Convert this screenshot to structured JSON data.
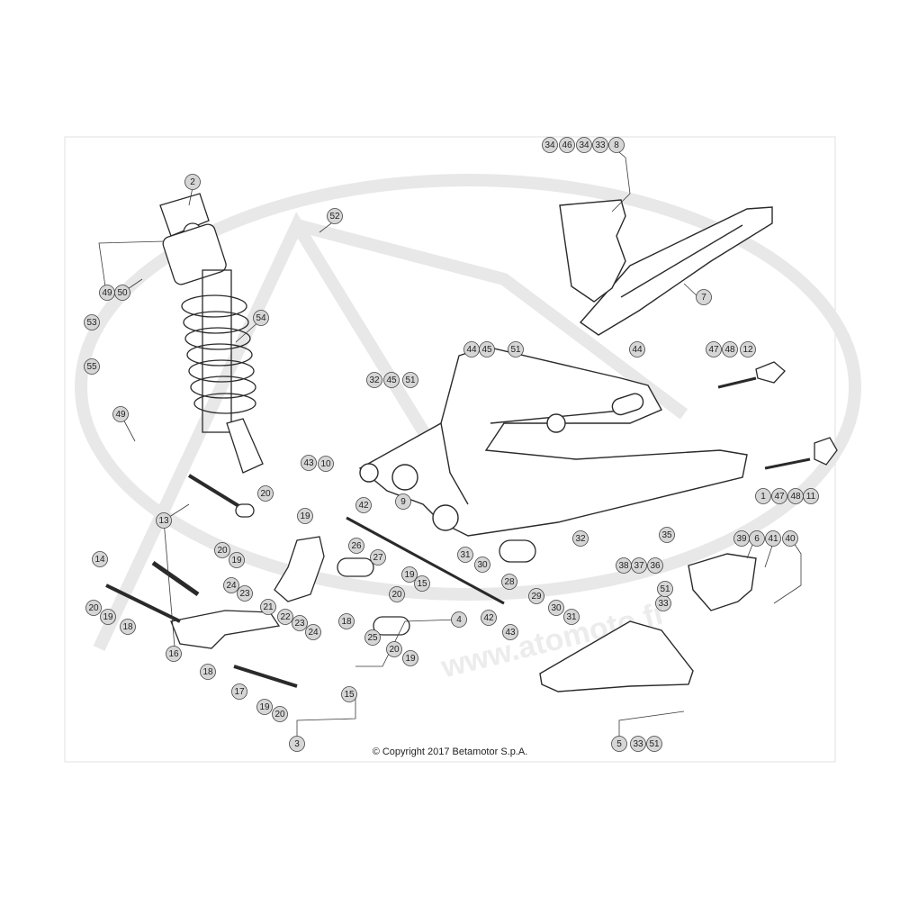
{
  "copyright": "© Copyright 2017 Betamotor S.p.A.",
  "watermark": "www.atomoto.fr",
  "colors": {
    "line": "#2a2a2a",
    "callout_fill": "#d6d6d6",
    "callout_stroke": "#444444",
    "watermark": "#e6e6e6"
  },
  "callouts": [
    "1",
    "2",
    "3",
    "4",
    "5",
    "6",
    "7",
    "8",
    "9",
    "10",
    "11",
    "12",
    "13",
    "14",
    "15",
    "16",
    "17",
    "18",
    "19",
    "20",
    "21",
    "22",
    "23",
    "24",
    "25",
    "26",
    "27",
    "28",
    "29",
    "30",
    "31",
    "32",
    "33",
    "34",
    "35",
    "36",
    "37",
    "38",
    "39",
    "40",
    "41",
    "42",
    "43",
    "44",
    "45",
    "46",
    "47",
    "48",
    "49",
    "50",
    "51",
    "52",
    "53",
    "54",
    "55"
  ]
}
